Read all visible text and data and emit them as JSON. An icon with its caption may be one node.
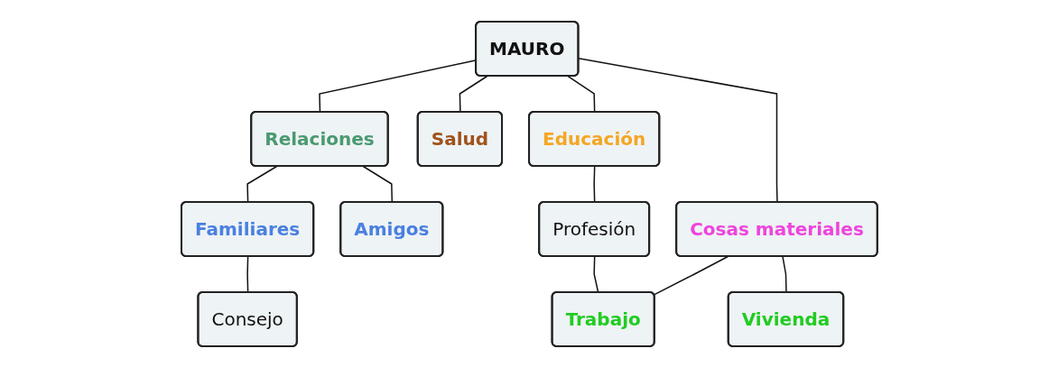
{
  "diagram": {
    "nodes": [
      {
        "text": [
          "MAURO"
        ]
      },
      {
        "text": [
          "Relaciones"
        ]
      },
      {
        "text": [
          "Salud"
        ]
      },
      {
        "text": [
          "Educación"
        ]
      },
      {
        "text": [
          "Cosas materiales"
        ]
      },
      {
        "text": [
          "Familiares"
        ]
      },
      {
        "text": [
          "Amigos"
        ]
      },
      {
        "text": [
          "Consejo"
        ]
      },
      {
        "text": [
          "Profesión"
        ]
      },
      {
        "text": [
          "Trabajo"
        ]
      },
      {
        "text": [
          "Vivienda"
        ]
      }
    ],
    "edges": [
      {
        "from": 0,
        "to": 1,
        "arrow": "none"
      },
      {
        "from": 0,
        "to": 2,
        "arrow": "none"
      },
      {
        "from": 0,
        "to": 3,
        "arrow": "none"
      },
      {
        "from": 0,
        "to": 4,
        "arrow": "none"
      },
      {
        "from": 1,
        "to": 5,
        "arrow": "none"
      },
      {
        "from": 1,
        "to": 6,
        "arrow": "none"
      },
      {
        "from": 5,
        "to": 7,
        "arrow": "none"
      },
      {
        "from": 3,
        "to": 8,
        "arrow": "none"
      },
      {
        "from": 8,
        "to": 9,
        "arrow": "none"
      },
      {
        "from": 4,
        "to": 9,
        "arrow": "none"
      },
      {
        "from": 4,
        "to": 10,
        "arrow": "none"
      }
    ]
  }
}
